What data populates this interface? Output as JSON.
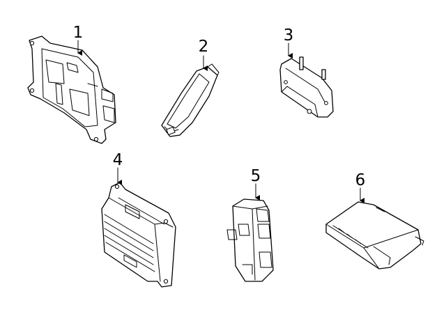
{
  "diagram": {
    "callouts": [
      {
        "id": "part-1",
        "label": "1"
      },
      {
        "id": "part-2",
        "label": "2"
      },
      {
        "id": "part-3",
        "label": "3"
      },
      {
        "id": "part-4",
        "label": "4"
      },
      {
        "id": "part-5",
        "label": "5"
      },
      {
        "id": "part-6",
        "label": "6"
      }
    ],
    "colors": {
      "line": "#000000",
      "background": "#ffffff"
    }
  }
}
